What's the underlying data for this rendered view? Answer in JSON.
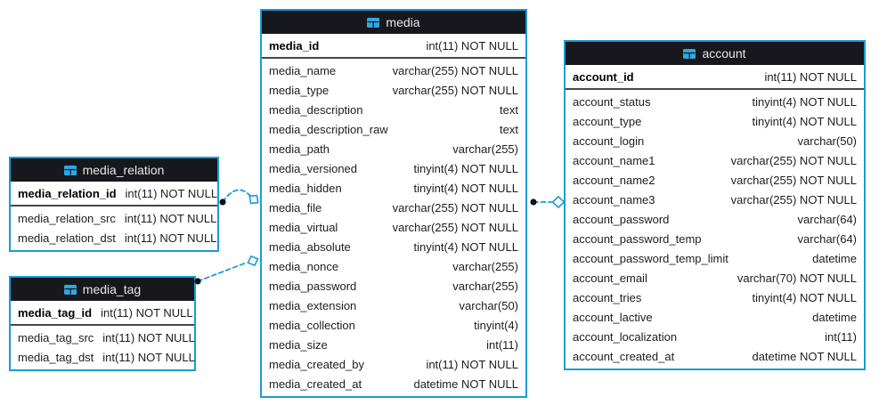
{
  "colors": {
    "canvas-bg": "#ffffff",
    "table-border": "#1a9cd8",
    "header-bg": "#17171e",
    "header-text": "#e8e8ea",
    "icon-blue": "#2fa8e1",
    "row-text": "#1d1d1f",
    "pk-separator": "#45454d",
    "connector": "#1a9cd8",
    "connector-dot": "#111111"
  },
  "diagram": {
    "tables": [
      {
        "title": "media_relation",
        "pk": {
          "name": "media_relation_id",
          "type": "int(11) NOT NULL"
        },
        "columns": [
          {
            "name": "media_relation_src",
            "type": "int(11) NOT NULL"
          },
          {
            "name": "media_relation_dst",
            "type": "int(11) NOT NULL"
          }
        ]
      },
      {
        "title": "media_tag",
        "pk": {
          "name": "media_tag_id",
          "type": "int(11) NOT NULL"
        },
        "columns": [
          {
            "name": "media_tag_src",
            "type": "int(11) NOT NULL"
          },
          {
            "name": "media_tag_dst",
            "type": "int(11) NOT NULL"
          }
        ]
      },
      {
        "title": "media",
        "pk": {
          "name": "media_id",
          "type": "int(11) NOT NULL"
        },
        "columns": [
          {
            "name": "media_name",
            "type": "varchar(255) NOT NULL"
          },
          {
            "name": "media_type",
            "type": "varchar(255) NOT NULL"
          },
          {
            "name": "media_description",
            "type": "text"
          },
          {
            "name": "media_description_raw",
            "type": "text"
          },
          {
            "name": "media_path",
            "type": "varchar(255)"
          },
          {
            "name": "media_versioned",
            "type": "tinyint(4) NOT NULL"
          },
          {
            "name": "media_hidden",
            "type": "tinyint(4) NOT NULL"
          },
          {
            "name": "media_file",
            "type": "varchar(255) NOT NULL"
          },
          {
            "name": "media_virtual",
            "type": "varchar(255) NOT NULL"
          },
          {
            "name": "media_absolute",
            "type": "tinyint(4) NOT NULL"
          },
          {
            "name": "media_nonce",
            "type": "varchar(255)"
          },
          {
            "name": "media_password",
            "type": "varchar(255)"
          },
          {
            "name": "media_extension",
            "type": "varchar(50)"
          },
          {
            "name": "media_collection",
            "type": "tinyint(4)"
          },
          {
            "name": "media_size",
            "type": "int(11)"
          },
          {
            "name": "media_created_by",
            "type": "int(11) NOT NULL"
          },
          {
            "name": "media_created_at",
            "type": "datetime NOT NULL"
          }
        ]
      },
      {
        "title": "account",
        "pk": {
          "name": "account_id",
          "type": "int(11) NOT NULL"
        },
        "columns": [
          {
            "name": "account_status",
            "type": "tinyint(4) NOT NULL"
          },
          {
            "name": "account_type",
            "type": "tinyint(4) NOT NULL"
          },
          {
            "name": "account_login",
            "type": "varchar(50)"
          },
          {
            "name": "account_name1",
            "type": "varchar(255) NOT NULL"
          },
          {
            "name": "account_name2",
            "type": "varchar(255) NOT NULL"
          },
          {
            "name": "account_name3",
            "type": "varchar(255) NOT NULL"
          },
          {
            "name": "account_password",
            "type": "varchar(64)"
          },
          {
            "name": "account_password_temp",
            "type": "varchar(64)"
          },
          {
            "name": "account_password_temp_limit",
            "type": "datetime"
          },
          {
            "name": "account_email",
            "type": "varchar(70) NOT NULL"
          },
          {
            "name": "account_tries",
            "type": "tinyint(4) NOT NULL"
          },
          {
            "name": "account_lactive",
            "type": "datetime"
          },
          {
            "name": "account_localization",
            "type": "int(11)"
          },
          {
            "name": "account_created_at",
            "type": "datetime NOT NULL"
          }
        ]
      }
    ],
    "relationships": [
      {
        "from": "media_relation",
        "to": "media",
        "style": "dashed"
      },
      {
        "from": "media_tag",
        "to": "media",
        "style": "dashed"
      },
      {
        "from": "media",
        "to": "account",
        "style": "dashed"
      }
    ]
  }
}
